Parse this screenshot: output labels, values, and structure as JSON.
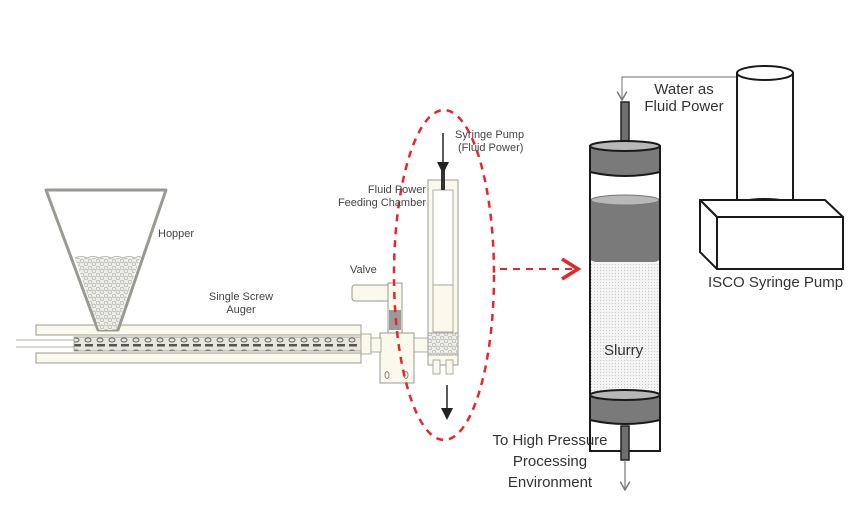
{
  "figure": {
    "left_labels": {
      "hopper": "Hopper",
      "auger_line1": "Single Screw",
      "auger_line2": "Auger",
      "valve": "Valve",
      "chamber_line1": "Fluid Power",
      "chamber_line2": "Feeding Chamber",
      "syringe_line1": "Syringe Pump",
      "syringe_line2": "(Fluid Power)"
    },
    "right_labels": {
      "water_line1": "Water as",
      "water_line2": "Fluid Power",
      "isco": "ISCO Syringe Pump",
      "slurry": "Slurry",
      "output_line1": "To High Pressure",
      "output_line2": "Processing",
      "output_line3": "Environment"
    },
    "colors": {
      "highlight": "#e8262a",
      "piston": "#7a7a7a",
      "piston_top": "#b8b8b8",
      "cream": "#fbf8ec",
      "outline": "#1a1a1a"
    }
  }
}
